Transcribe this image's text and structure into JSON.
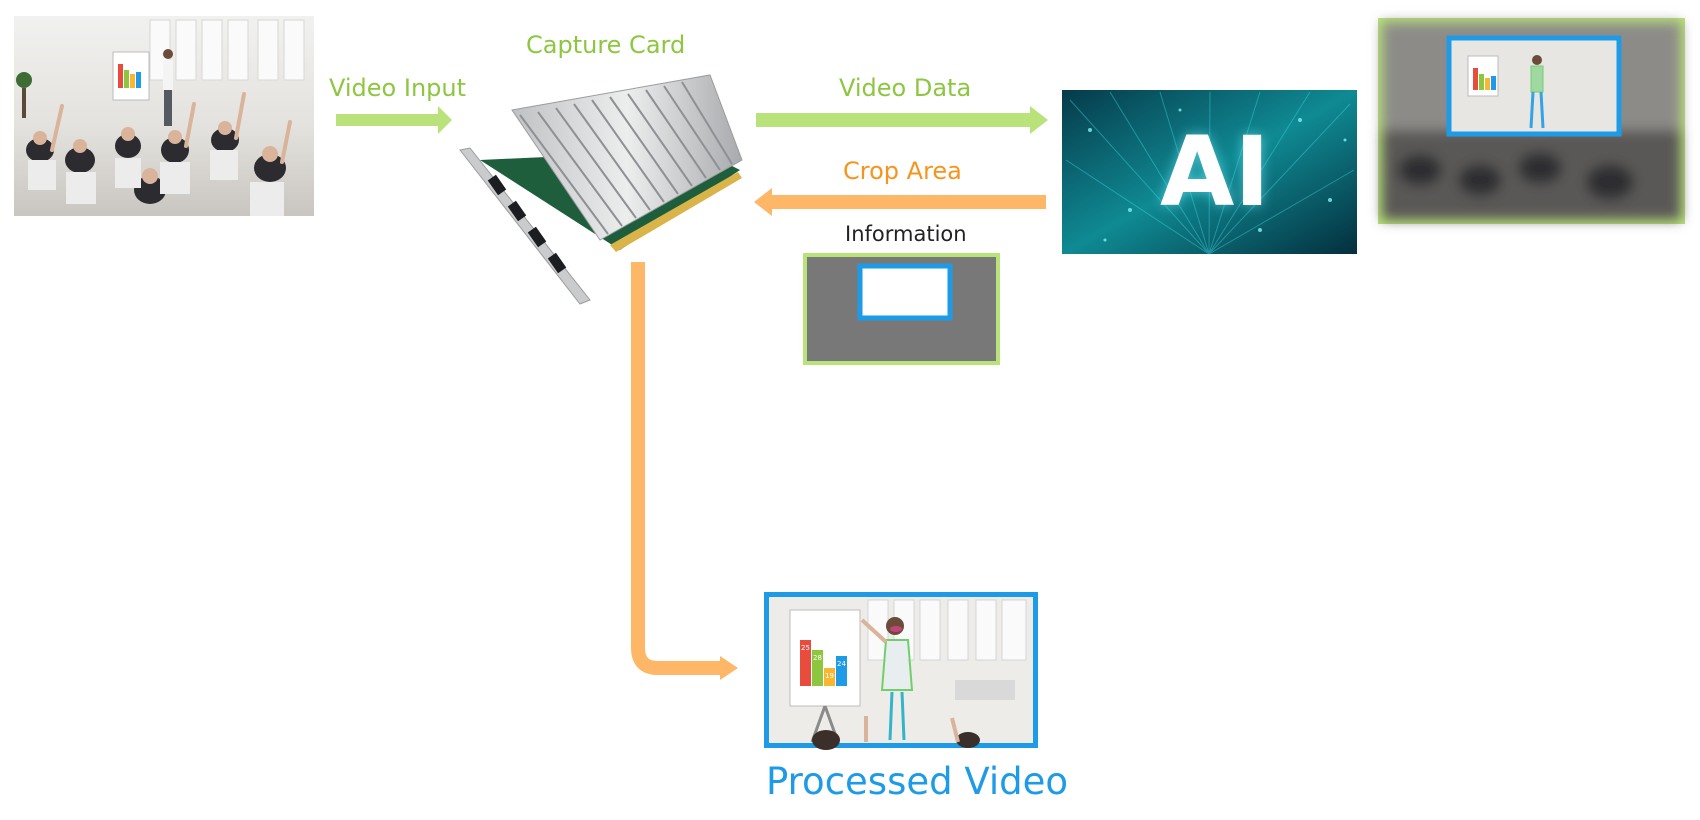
{
  "labels": {
    "video_input": "Video Input",
    "capture_card": "Capture Card",
    "video_data": "Video Data",
    "crop_area": "Crop Area",
    "information": "Information",
    "ai": "AI",
    "processed_video": "Processed Video"
  },
  "chart_bars": [
    "25",
    "28",
    "19",
    "24"
  ],
  "colors": {
    "green": "#b9e27a",
    "green_text": "#8dc63f",
    "orange": "#fdb766",
    "orange_text": "#f7941d",
    "blue": "#1e9be6",
    "ai_bg": "#0a6d78"
  }
}
